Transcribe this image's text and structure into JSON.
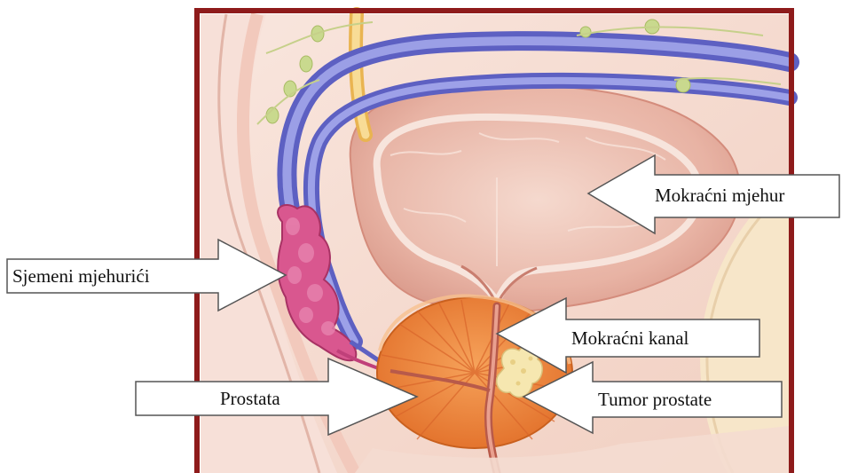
{
  "labels": {
    "bladder": "Mokraćni mjehur",
    "seminal_vesicles": "Sjemeni mjehurići",
    "urethra": "Mokraćni kanal",
    "prostate": "Prostata",
    "tumor": "Tumor prostate"
  },
  "colors": {
    "frame": "#8e1b1b",
    "background_tissue": "#f6dcd0",
    "bladder_wall": "#e9a99a",
    "bladder_lumen": "#eabcae",
    "prostate": "#f08a3c",
    "seminal_vesicles": "#d9578f",
    "vas_deferens": "#7c7fd6",
    "ureter": "#f3cf7a",
    "tumor": "#f6e7b0",
    "urethra": "#b85a4a",
    "label_box": "#ffffff",
    "label_border": "#555555"
  }
}
